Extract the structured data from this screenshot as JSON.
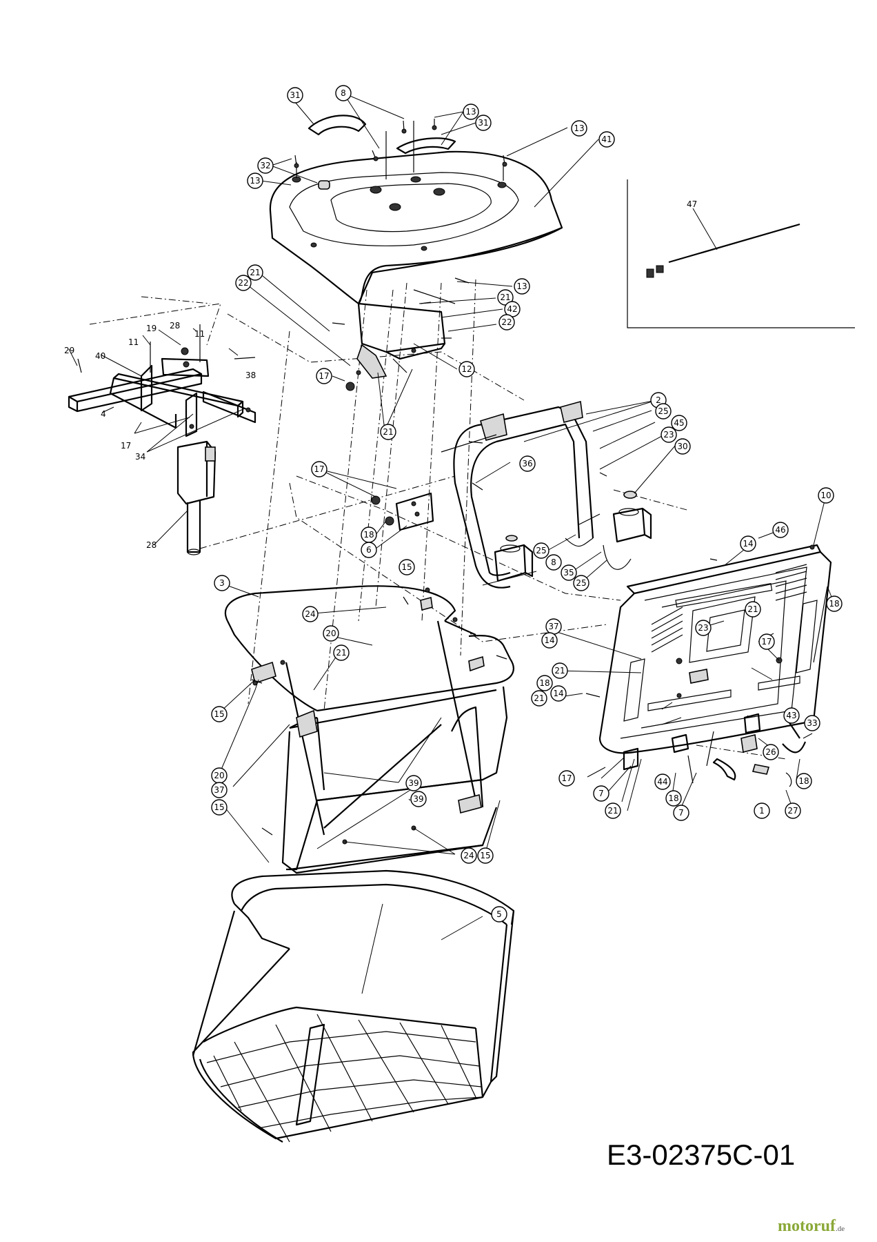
{
  "diagram": {
    "code": "E3-02375C-01",
    "watermark": "motoruf",
    "watermark_suffix": ".de",
    "callouts": [
      "31",
      "8",
      "13",
      "31",
      "13",
      "41",
      "32",
      "13",
      "21",
      "22",
      "13",
      "21",
      "42",
      "22",
      "17",
      "12",
      "21",
      "28",
      "19",
      "11",
      "11",
      "29",
      "40",
      "38",
      "4",
      "17",
      "34",
      "28",
      "17",
      "18",
      "6",
      "36",
      "2",
      "25",
      "45",
      "23",
      "30",
      "47",
      "3",
      "24",
      "20",
      "21",
      "15",
      "15",
      "25",
      "8",
      "35",
      "25",
      "10",
      "46",
      "14",
      "21",
      "18",
      "23",
      "17",
      "37",
      "14",
      "21",
      "18",
      "14",
      "21",
      "43",
      "33",
      "26",
      "18",
      "17",
      "7",
      "44",
      "18",
      "7",
      "1",
      "27",
      "21",
      "20",
      "37",
      "39",
      "39",
      "15",
      "24",
      "15",
      "5"
    ]
  }
}
